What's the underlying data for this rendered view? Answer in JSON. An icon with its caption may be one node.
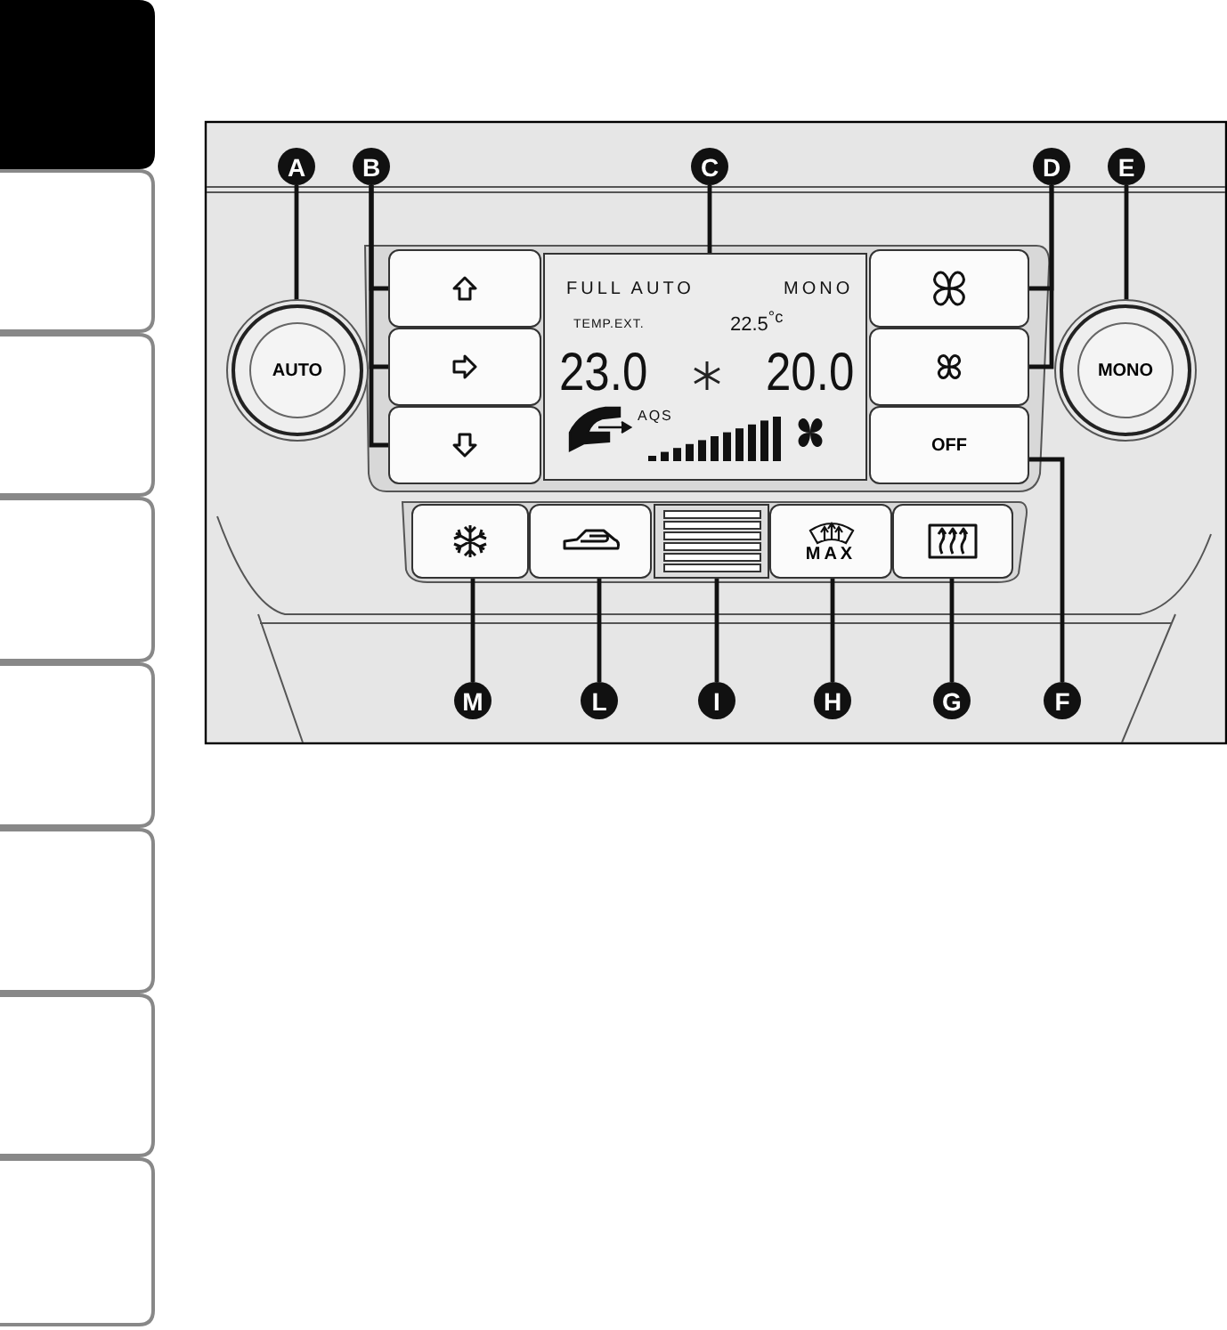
{
  "diagram": {
    "nodes": [
      {
        "text": [
          "A"
        ]
      },
      {
        "text": [
          "B"
        ]
      },
      {
        "text": [
          "C"
        ]
      },
      {
        "text": [
          "D"
        ]
      },
      {
        "text": [
          "E"
        ]
      },
      {
        "text": [
          "AUTO"
        ]
      },
      {
        "text": [],
        "shape": "box"
      },
      {
        "text": [],
        "shape": "box"
      },
      {
        "text": [],
        "shape": "box"
      },
      {
        "text": [
          "FULL AUTO",
          "MONO",
          "TEMP.EXT.",
          "22.5$^{°c}$",
          "23.0",
          "20.0",
          "AQS"
        ]
      },
      {
        "text": [],
        "shape": "box"
      },
      {
        "text": [],
        "shape": "box"
      },
      {
        "text": [
          "OFF"
        ]
      },
      {
        "text": [
          "MONO"
        ]
      },
      {
        "text": [],
        "shape": "box"
      },
      {
        "text": [],
        "shape": "box"
      },
      {
        "text": [],
        "shape": "box"
      },
      {
        "text": [
          "MAX"
        ]
      },
      {
        "text": [],
        "shape": "box"
      },
      {
        "text": [
          "M"
        ]
      },
      {
        "text": [
          "L"
        ]
      },
      {
        "text": [
          "I"
        ]
      },
      {
        "text": [
          "H"
        ]
      },
      {
        "text": [
          "G"
        ]
      },
      {
        "text": [
          "F"
        ]
      }
    ],
    "edges": [
      {
        "from": 0,
        "to": 5,
        "arrow": "none"
      },
      {
        "from": 1,
        "to": 6,
        "arrow": "none"
      },
      {
        "from": 1,
        "to": 7,
        "arrow": "none"
      },
      {
        "from": 1,
        "to": 8,
        "arrow": "none"
      },
      {
        "from": 2,
        "to": 9,
        "arrow": "none"
      },
      {
        "from": 3,
        "to": 10,
        "arrow": "none"
      },
      {
        "from": 3,
        "to": 11,
        "arrow": "none"
      },
      {
        "from": 4,
        "to": 13,
        "arrow": "none"
      },
      {
        "from": 24,
        "to": 12,
        "arrow": "none"
      },
      {
        "from": 23,
        "to": 18,
        "arrow": "none"
      },
      {
        "from": 22,
        "to": 17,
        "arrow": "none"
      },
      {
        "from": 21,
        "to": 16,
        "arrow": "none"
      },
      {
        "from": 20,
        "to": 15,
        "arrow": "none"
      },
      {
        "from": 19,
        "to": 14,
        "arrow": "none"
      }
    ]
  }
}
